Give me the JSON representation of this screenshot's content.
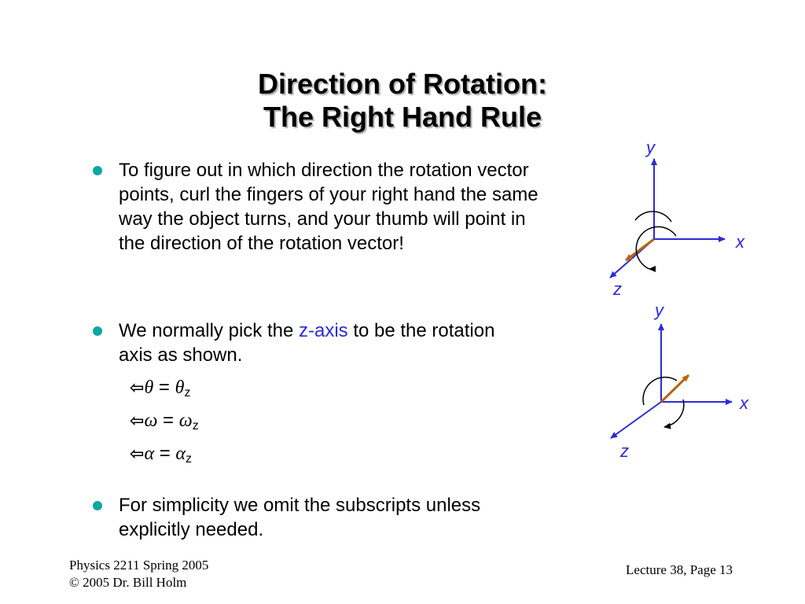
{
  "slide": {
    "title_line1": "Direction of Rotation:",
    "title_line2": "The Right Hand Rule",
    "bullets": [
      "To figure out in which direction the rotation vector points, curl the fingers of your right hand the same way the object turns, and your thumb will point in the direction of the rotation vector!",
      {
        "prefix": "We normally pick the ",
        "highlight": "z-axis",
        "suffix": " to be the rotation axis as shown."
      },
      "For simplicity we omit the subscripts unless explicitly needed."
    ],
    "subitems": [
      {
        "arrow": "⇦",
        "lhs": "θ",
        "eq": " = ",
        "rhs": "θ",
        "sub": "z"
      },
      {
        "arrow": "⇦",
        "lhs": "ω",
        "eq": " = ",
        "rhs": "ω",
        "sub": "z"
      },
      {
        "arrow": "⇦",
        "lhs": "α",
        "eq": " = ",
        "rhs": "α",
        "sub": "z"
      }
    ]
  },
  "diagrams": [
    {
      "axis_x": "x",
      "axis_y": "y",
      "axis_z": "z",
      "vector_direction": "toward viewer (along +z, drawn down-left)",
      "rotation": "counter-clockwise"
    },
    {
      "axis_x": "x",
      "axis_y": "y",
      "axis_z": "z",
      "vector_direction": "away from viewer (along -z, drawn up-right)",
      "rotation": "clockwise"
    }
  ],
  "footer": {
    "left_line1": "Physics 2211 Spring 2005",
    "left_line2": "© 2005 Dr. Bill Holm",
    "right": "Lecture 38, Page 13"
  },
  "colors": {
    "axis_blue": "#2b2bd4",
    "vector_orange": "#b8650a",
    "bullet_teal": "#0aa8a0",
    "title_shadow": "#b3b3b3"
  }
}
